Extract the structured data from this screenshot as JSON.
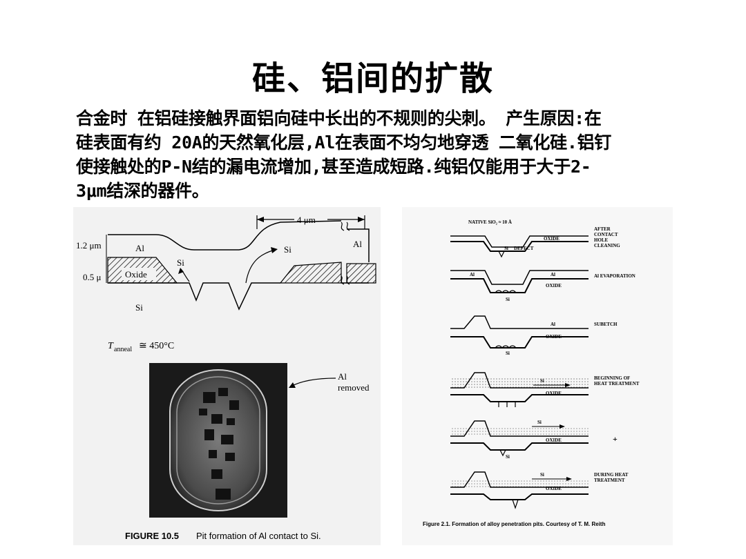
{
  "slide": {
    "title": "硅、铝间的扩散",
    "paragraph_lines": [
      "合金时 在铝硅接触界面铝向硅中长出的不规则的尖刺。 产生原因:在",
      "硅表面有约 20A的天然氧化层,Al在表面不均匀地穿透 二氧化硅.铝钉",
      "使接触处的P-N结的漏电流增加,甚至造成短路.纯铝仅能用于大于2-",
      "3μm结深的器件。"
    ]
  },
  "figure_left": {
    "dim_4um": "4 μm",
    "label_1_2um": "1.2 μm",
    "label_0_5u": "0.5 μ",
    "label_al_1": "Al",
    "label_al_2": "Al",
    "label_si_arrow_1": "Si",
    "label_si_arrow_2": "Si",
    "label_oxide": "Oxide",
    "label_si_sub": "Si",
    "t_anneal_t": "T",
    "t_anneal_sub": "anneal",
    "t_anneal_val": "≅ 450°C",
    "al_removed_1": "Al",
    "al_removed_2": "removed",
    "caption_bold": "FIGURE 10.5",
    "caption_text": "Pit formation of Al contact to Si."
  },
  "figure_right": {
    "native": "NATIVE SiO₂ ≈ 10 Å",
    "stage1_1": "AFTER",
    "stage1_2": "CONTACT",
    "stage1_3": "HOLE",
    "stage1_4": "CLEANING",
    "oxide": "OXIDE",
    "defect": "DEFECT",
    "si": "Si",
    "al": "Al",
    "stage2": "Al EVAPORATION",
    "stage3": "SUBETCH",
    "stage4_1": "BEGINNING OF",
    "stage4_2": "HEAT TREATMENT",
    "stage6_1": "DURING HEAT",
    "stage6_2": "TREATMENT",
    "caption": "Figure 2.1.  Formation of alloy penetration pits. Courtesy of T. M. Reith"
  }
}
